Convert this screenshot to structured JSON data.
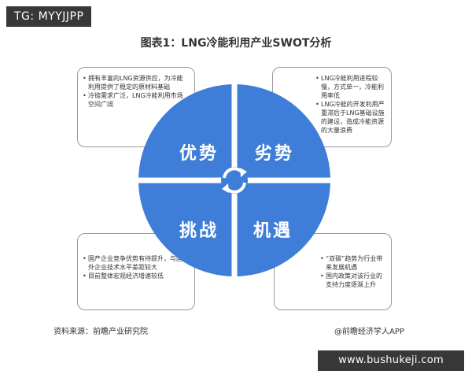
{
  "watermark_top": "TG: MYYJJPP",
  "title": "图表1：LNG冷能利用产业SWOT分析",
  "quadrants": {
    "strengths": {
      "label": "优势",
      "points": [
        "拥有丰富的LNG资源供应，为冷能利用提供了稳定的原材料基础",
        "冷链需求广泛，LNG冷能利用市场空间广阔"
      ]
    },
    "weaknesses": {
      "label": "劣势",
      "points": [
        "LNG冷能利用进程较慢，方式单一，冷能利用率低",
        "LNG冷能的开发利用严重滞后于LNG基础设施的建设，造成冷能资源的大量浪费"
      ]
    },
    "threats": {
      "label": "挑战",
      "points": [
        "国产企业竞争优势有待提升，与国外企业技术水平差距较大",
        "目前整体宏观经济增速较低"
      ]
    },
    "opportunities": {
      "label": "机遇",
      "points": [
        "“双碳”趋势为行业带来发展机遇",
        "国内政策对该行业的支持力度逐渐上升"
      ]
    }
  },
  "source_left": "资料来源：前瞻产业研究院",
  "source_right": "@前瞻经济学人APP",
  "watermark_bottom": "www.bushukeji.com",
  "colors": {
    "circle": "#3f7ed8",
    "divider": "#ffffff",
    "box_border": "#9a9a9a"
  },
  "icons": {
    "center": "cycle-arrows-icon"
  }
}
